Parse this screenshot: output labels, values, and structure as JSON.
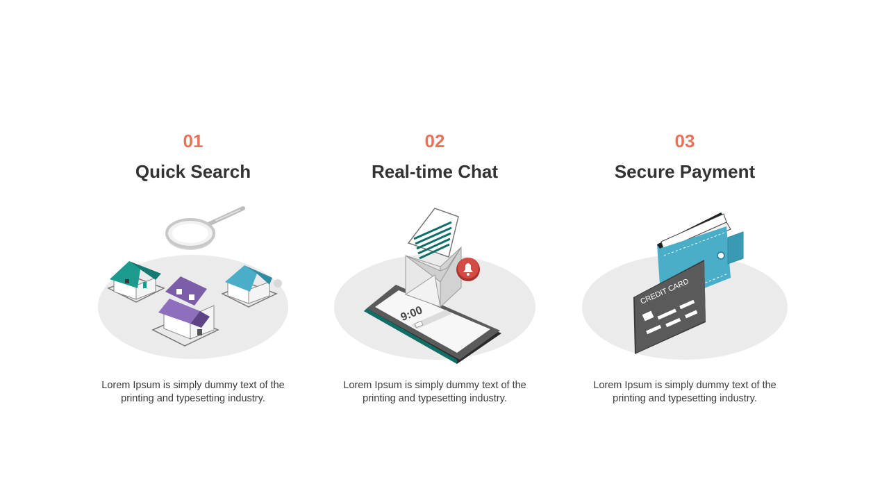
{
  "colors": {
    "accent": "#e8735a",
    "title": "#333333",
    "body_text": "#3a3a3a",
    "platform": "#ebebeb",
    "teal": "#1b9a8e",
    "purple": "#7b5ea7",
    "blue": "#4aaec8",
    "dark_gray": "#5a5a5a",
    "notification_red": "#d44b45"
  },
  "features": [
    {
      "number": "01",
      "title": "Quick Search",
      "description": "Lorem Ipsum  is simply dummy text of the printing and typesetting industry.",
      "icon": "houses-magnifier-icon"
    },
    {
      "number": "02",
      "title": "Real-time Chat",
      "description": "Lorem Ipsum  is simply dummy text of the printing and typesetting industry.",
      "icon": "phone-envelope-icon",
      "phone_time": "9:00"
    },
    {
      "number": "03",
      "title": "Secure Payment",
      "description": "Lorem Ipsum  is simply dummy text of the printing and typesetting industry.",
      "icon": "wallet-card-icon",
      "card_label": "CREDIT CARD"
    }
  ]
}
